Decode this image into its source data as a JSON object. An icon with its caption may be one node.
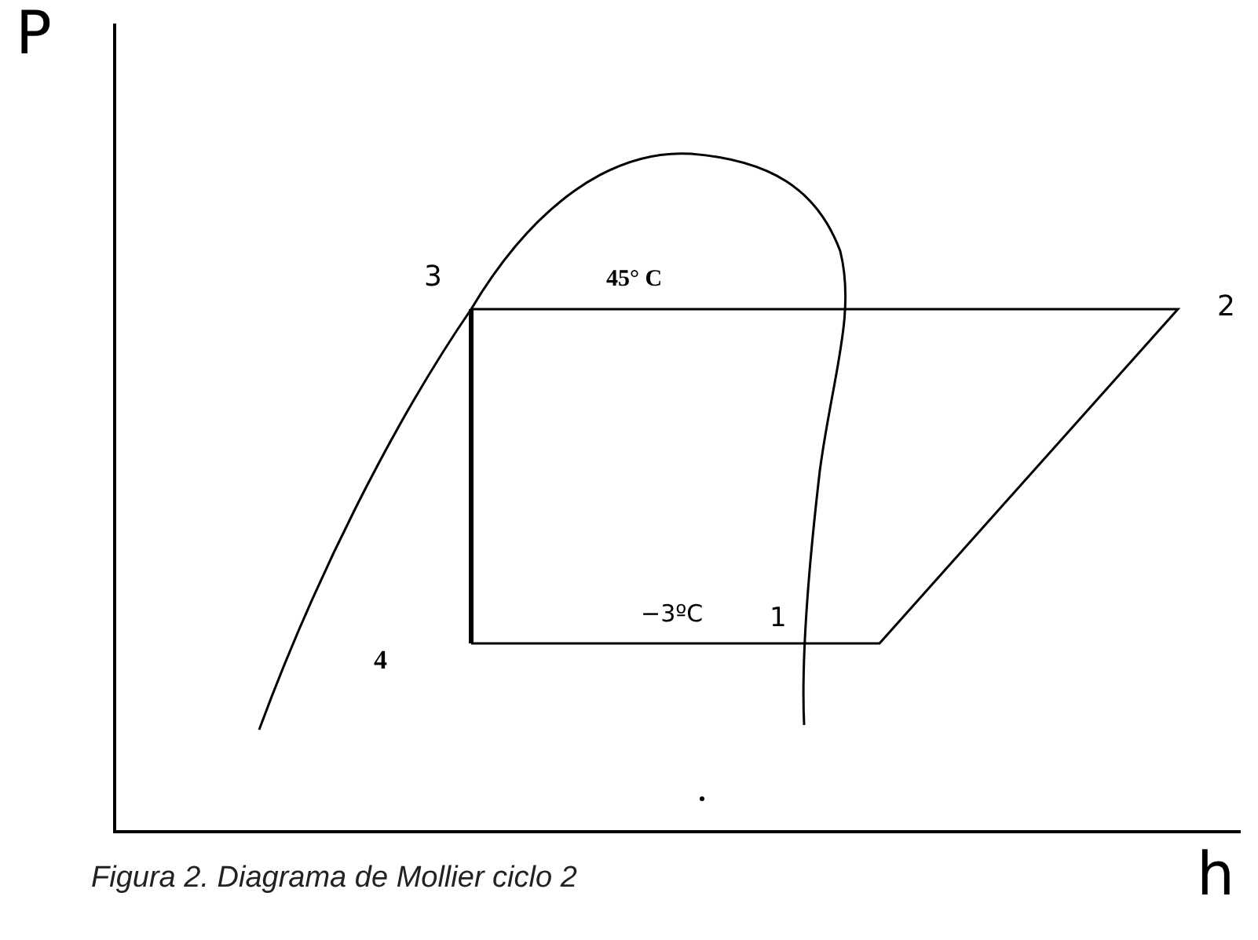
{
  "diagram": {
    "caption": "Figura 2. Diagrama de Mollier ciclo 2",
    "labels": [
      "P",
      "3",
      "45° C",
      "2",
      "−3ºC",
      "1",
      "4",
      "h"
    ]
  }
}
